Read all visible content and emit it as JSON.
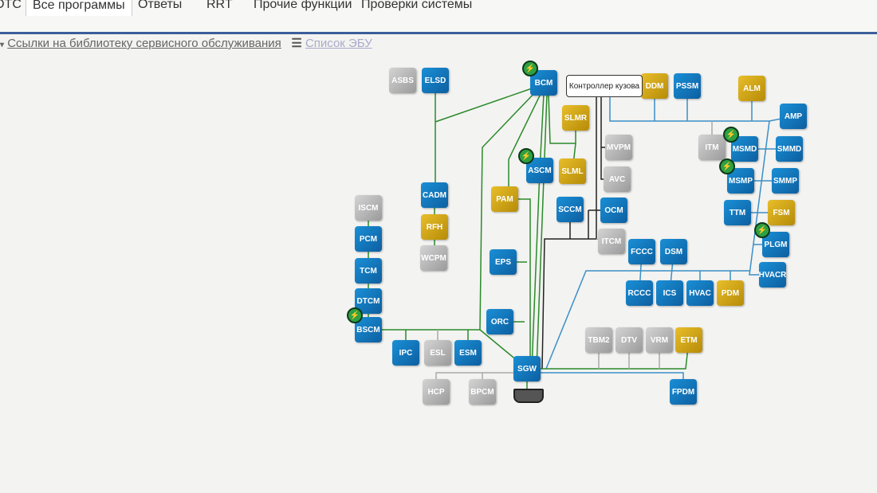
{
  "tabs": [
    "DTC",
    "Все программы",
    "Ответы",
    "RRT",
    "Прочие функции",
    "Проверки системы"
  ],
  "active_tab": "Все программы",
  "links": {
    "service_library": "Ссылки на библиотеку сервисного обслуживания",
    "ecu_list": "Список ЭБУ"
  },
  "tooltip": "Контроллер кузова",
  "colors": {
    "blue": "#1478c0",
    "gold": "#d4a615",
    "gray": "#b5b5b5",
    "green_bus": "#2a8a2a",
    "blue_bus": "#3a8fc8",
    "black_bus": "#222222"
  },
  "modules": [
    {
      "label": "ASBS",
      "color": "gray"
    },
    {
      "label": "ELSD",
      "color": "blue"
    },
    {
      "label": "BCM",
      "color": "blue",
      "flash": true
    },
    {
      "label": "DDM",
      "color": "gold"
    },
    {
      "label": "PSSM",
      "color": "blue"
    },
    {
      "label": "ALM",
      "color": "gold"
    },
    {
      "label": "AMP",
      "color": "blue"
    },
    {
      "label": "ITM",
      "color": "gray"
    },
    {
      "label": "MSMD",
      "color": "blue",
      "flash": true
    },
    {
      "label": "SMMD",
      "color": "blue"
    },
    {
      "label": "MSMP",
      "color": "blue",
      "flash": true
    },
    {
      "label": "SMMP",
      "color": "blue"
    },
    {
      "label": "TTM",
      "color": "blue"
    },
    {
      "label": "FSM",
      "color": "gold"
    },
    {
      "label": "PLGM",
      "color": "blue",
      "flash": true
    },
    {
      "label": "HVACR",
      "color": "blue"
    },
    {
      "label": "SLMR",
      "color": "gold"
    },
    {
      "label": "MVPM",
      "color": "gray"
    },
    {
      "label": "ASCM",
      "color": "blue",
      "flash": true
    },
    {
      "label": "SLML",
      "color": "gold"
    },
    {
      "label": "AVC",
      "color": "gray"
    },
    {
      "label": "CADM",
      "color": "blue"
    },
    {
      "label": "PAM",
      "color": "gold"
    },
    {
      "label": "SCCM",
      "color": "blue"
    },
    {
      "label": "OCM",
      "color": "blue"
    },
    {
      "label": "RFH",
      "color": "gold"
    },
    {
      "label": "ITCM",
      "color": "gray"
    },
    {
      "label": "FCCC",
      "color": "blue"
    },
    {
      "label": "DSM",
      "color": "blue"
    },
    {
      "label": "WCPM",
      "color": "gray"
    },
    {
      "label": "EPS",
      "color": "blue"
    },
    {
      "label": "ISCM",
      "color": "gray"
    },
    {
      "label": "PCM",
      "color": "blue"
    },
    {
      "label": "TCM",
      "color": "blue"
    },
    {
      "label": "DTCM",
      "color": "blue"
    },
    {
      "label": "BSCM",
      "color": "blue",
      "flash": true
    },
    {
      "label": "RCCC",
      "color": "blue"
    },
    {
      "label": "ICS",
      "color": "blue"
    },
    {
      "label": "HVAC",
      "color": "blue"
    },
    {
      "label": "PDM",
      "color": "gold"
    },
    {
      "label": "ORC",
      "color": "blue"
    },
    {
      "label": "TBM2",
      "color": "gray"
    },
    {
      "label": "DTV",
      "color": "gray"
    },
    {
      "label": "VRM",
      "color": "gray"
    },
    {
      "label": "ETM",
      "color": "gold"
    },
    {
      "label": "IPC",
      "color": "blue"
    },
    {
      "label": "ESL",
      "color": "gray"
    },
    {
      "label": "ESM",
      "color": "blue"
    },
    {
      "label": "SGW",
      "color": "blue"
    },
    {
      "label": "HCP",
      "color": "gray"
    },
    {
      "label": "BPCM",
      "color": "gray"
    },
    {
      "label": "FPDM",
      "color": "blue"
    }
  ]
}
